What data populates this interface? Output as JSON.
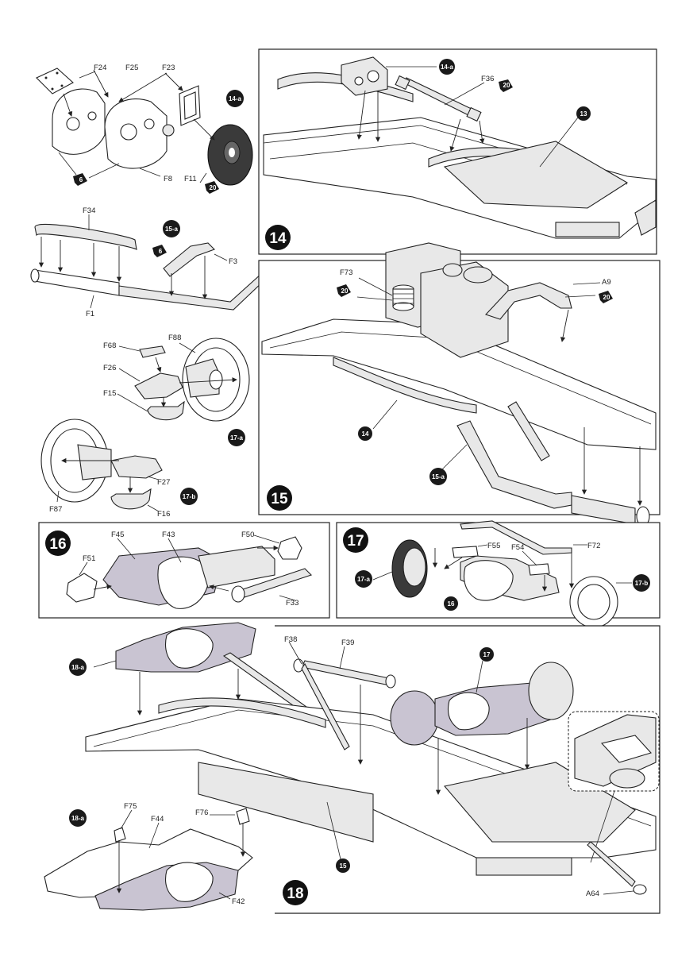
{
  "steps": {
    "s14": "14",
    "s15": "15",
    "s16": "16",
    "s17": "17",
    "s18": "18"
  },
  "badges": {
    "b14a_left": "14-a",
    "b14a_top": "14-a",
    "b15a_left": "15-a",
    "b15a_bottom": "15-a",
    "b17a_left": "17-a",
    "b17a_step17": "17-a",
    "b17b_left": "17-b",
    "b17b_step17": "17-b",
    "b13": "13",
    "b14": "14",
    "b16": "16",
    "b17": "17",
    "b18a_top": "18-a",
    "b18a_bottom": "18-a",
    "b15": "15"
  },
  "stars": {
    "st6_a": "6",
    "st6_b": "6",
    "st20_a": "20",
    "st20_b": "20",
    "st20_c": "20",
    "st20_d": "20"
  },
  "parts": {
    "F24": "F24",
    "F25": "F25",
    "F23": "F23",
    "F8": "F8",
    "F11": "F11",
    "F36": "F36",
    "F34": "F34",
    "F3": "F3",
    "F1": "F1",
    "F73": "F73",
    "A9": "A9",
    "F68": "F68",
    "F88": "F88",
    "F26": "F26",
    "F15": "F15",
    "F87": "F87",
    "F27": "F27",
    "F16": "F16",
    "F45": "F45",
    "F43": "F43",
    "F50": "F50",
    "F51": "F51",
    "F33": "F33",
    "F55": "F55",
    "F72": "F72",
    "F54": "F54",
    "F38": "F38",
    "F39": "F39",
    "F75": "F75",
    "F44": "F44",
    "F76": "F76",
    "F42": "F42",
    "A64": "A64"
  }
}
